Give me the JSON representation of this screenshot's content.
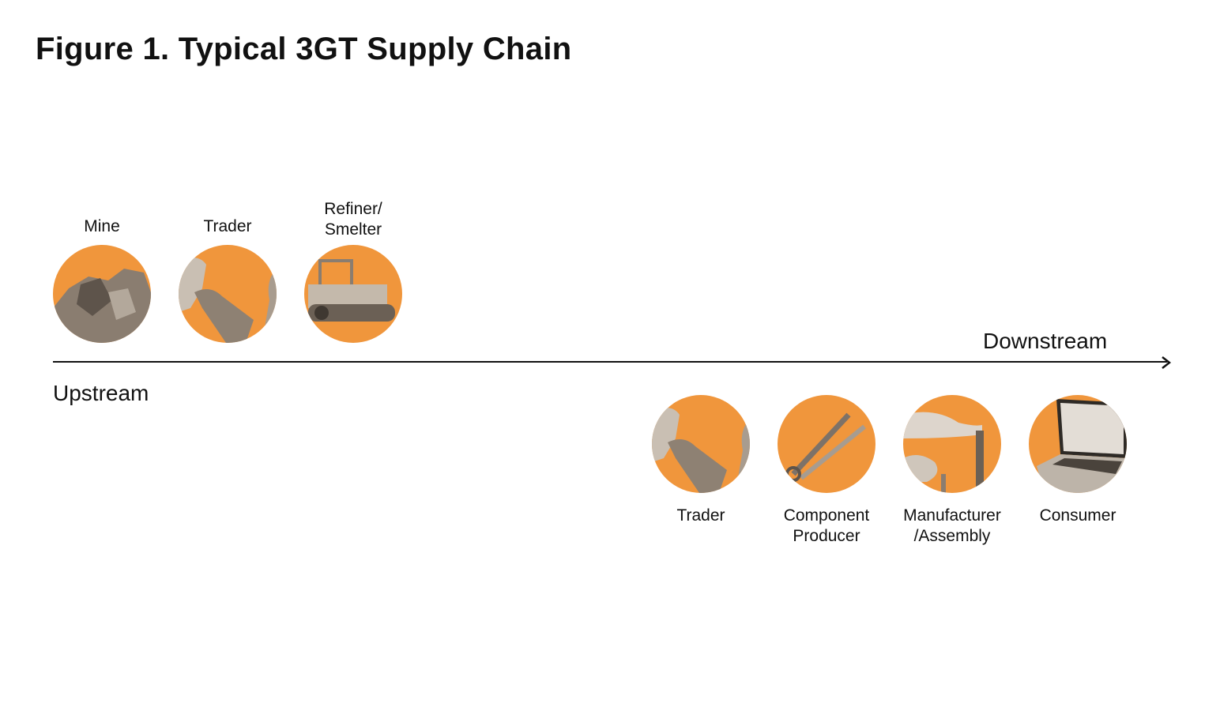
{
  "title": "Figure 1. Typical 3GT Supply Chain",
  "direction": {
    "upstream": "Upstream",
    "downstream": "Downstream"
  },
  "upstream_stages": [
    {
      "label": "Mine",
      "icon": "mine-rocks-icon"
    },
    {
      "label": "Trader",
      "icon": "handshake-icon"
    },
    {
      "label": "Refiner/\nSmelter",
      "label_line1": "Refiner/",
      "label_line2": "Smelter",
      "icon": "bulldozer-icon"
    }
  ],
  "downstream_stages": [
    {
      "label": "Trader",
      "icon": "handshake-icon"
    },
    {
      "label_line1": "Component",
      "label_line2": "Producer",
      "icon": "wrench-icon"
    },
    {
      "label_line1": "Manufacturer",
      "label_line2": "/Assembly",
      "icon": "factory-chimney-icon"
    },
    {
      "label": "Consumer",
      "icon": "laptop-icon"
    }
  ],
  "colors": {
    "accent": "#F0963C",
    "text": "#111111"
  }
}
